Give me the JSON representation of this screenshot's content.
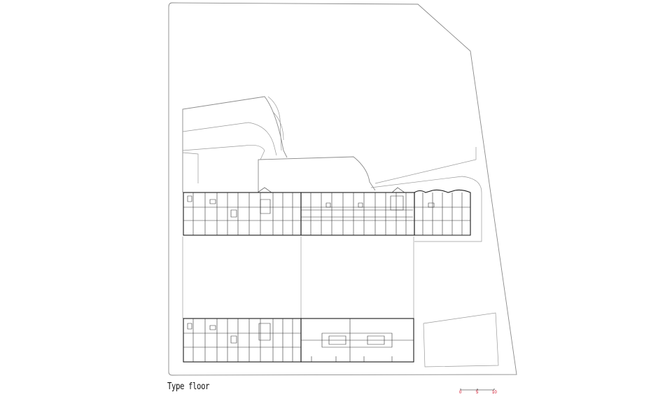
{
  "drawing": {
    "caption": "Type floor"
  },
  "scale_bar": {
    "ticks": [
      "0",
      "5",
      "10"
    ],
    "color": "#d0021b"
  }
}
